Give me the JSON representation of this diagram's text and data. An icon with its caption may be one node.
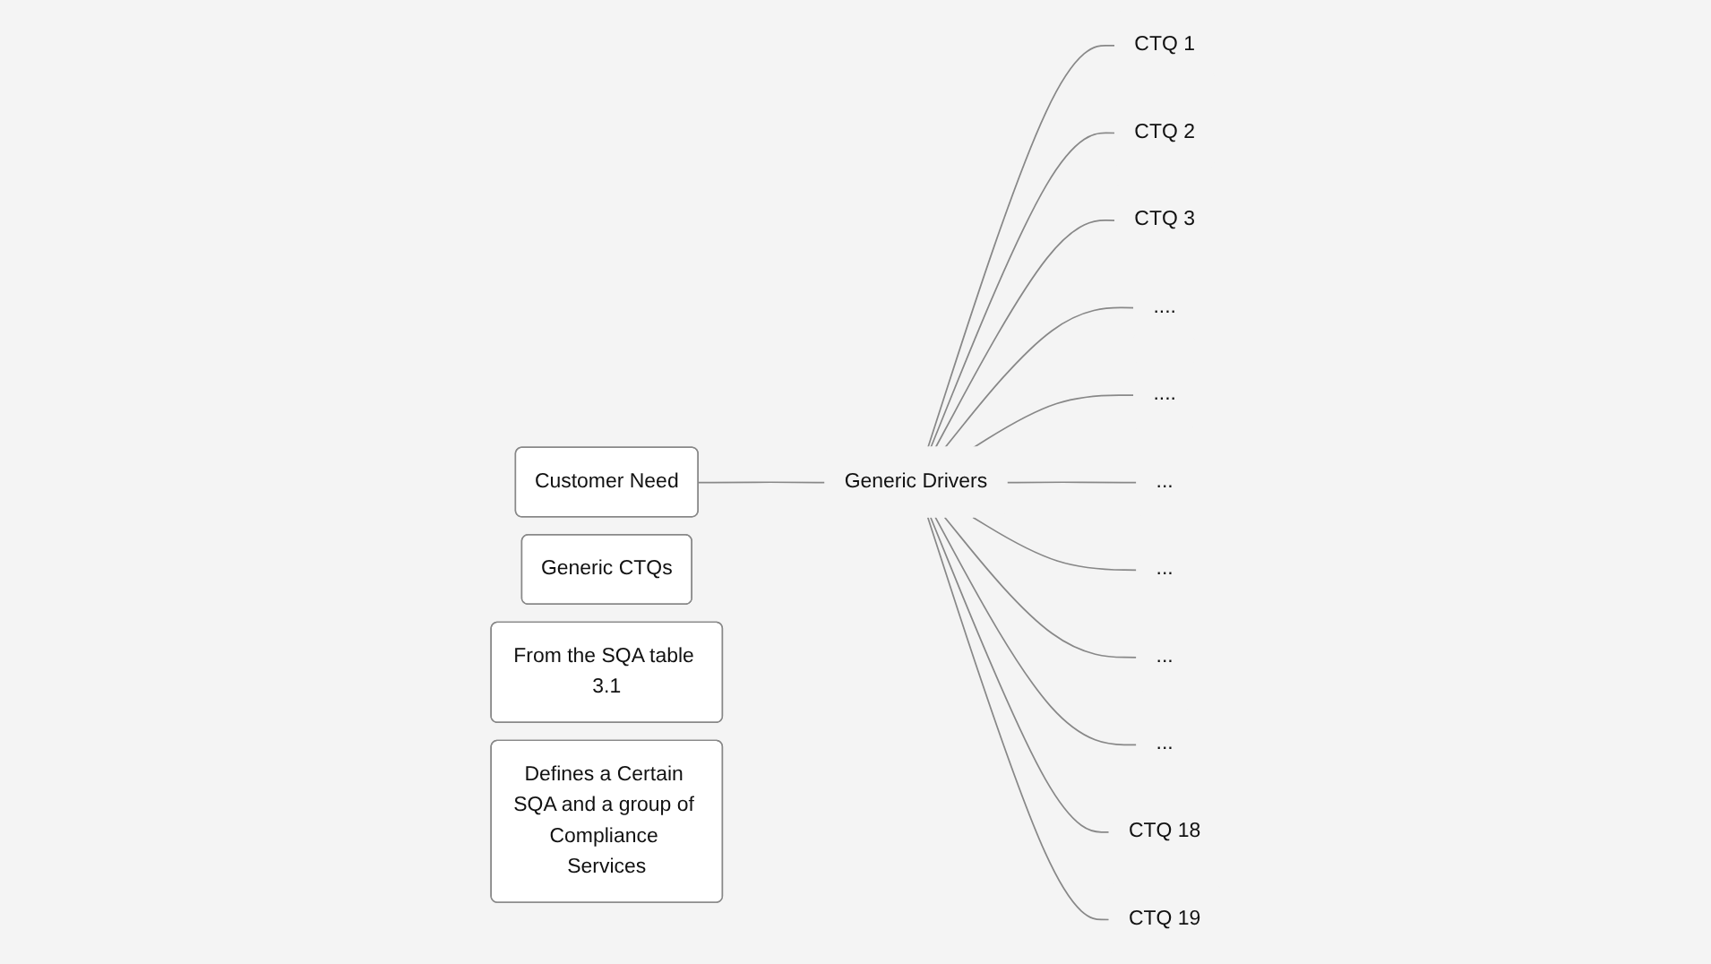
{
  "diagram": {
    "nodes": [
      {
        "text": [
          "Customer Need"
        ]
      },
      {
        "text": [
          "Generic Drivers"
        ]
      },
      {
        "text": [
          "CTQ 1"
        ]
      },
      {
        "text": [
          "CTQ 2"
        ]
      },
      {
        "text": [
          "CTQ 3"
        ]
      },
      {
        "text": [
          "...."
        ]
      },
      {
        "text": [
          "...."
        ]
      },
      {
        "text": [
          "..."
        ]
      },
      {
        "text": [
          "..."
        ]
      },
      {
        "text": [
          "..."
        ]
      },
      {
        "text": [
          "..."
        ]
      },
      {
        "text": [
          "CTQ 18"
        ]
      },
      {
        "text": [
          "CTQ 19"
        ]
      },
      {
        "text": [
          "Generic CTQs"
        ]
      },
      {
        "text": [
          "From the SQA table 3.1"
        ]
      },
      {
        "text": [
          "Defines a Certain SQA and a group of Compliance Services"
        ]
      }
    ],
    "edges": [
      {
        "from": 0,
        "to": 1,
        "arrow": "none"
      },
      {
        "from": 1,
        "to": 2,
        "arrow": "none"
      },
      {
        "from": 1,
        "to": 3,
        "arrow": "none"
      },
      {
        "from": 1,
        "to": 4,
        "arrow": "none"
      },
      {
        "from": 1,
        "to": 5,
        "arrow": "none"
      },
      {
        "from": 1,
        "to": 6,
        "arrow": "none"
      },
      {
        "from": 1,
        "to": 7,
        "arrow": "none"
      },
      {
        "from": 1,
        "to": 8,
        "arrow": "none"
      },
      {
        "from": 1,
        "to": 9,
        "arrow": "none"
      },
      {
        "from": 1,
        "to": 10,
        "arrow": "none"
      },
      {
        "from": 1,
        "to": 11,
        "arrow": "none"
      },
      {
        "from": 1,
        "to": 12,
        "arrow": "none"
      }
    ]
  }
}
